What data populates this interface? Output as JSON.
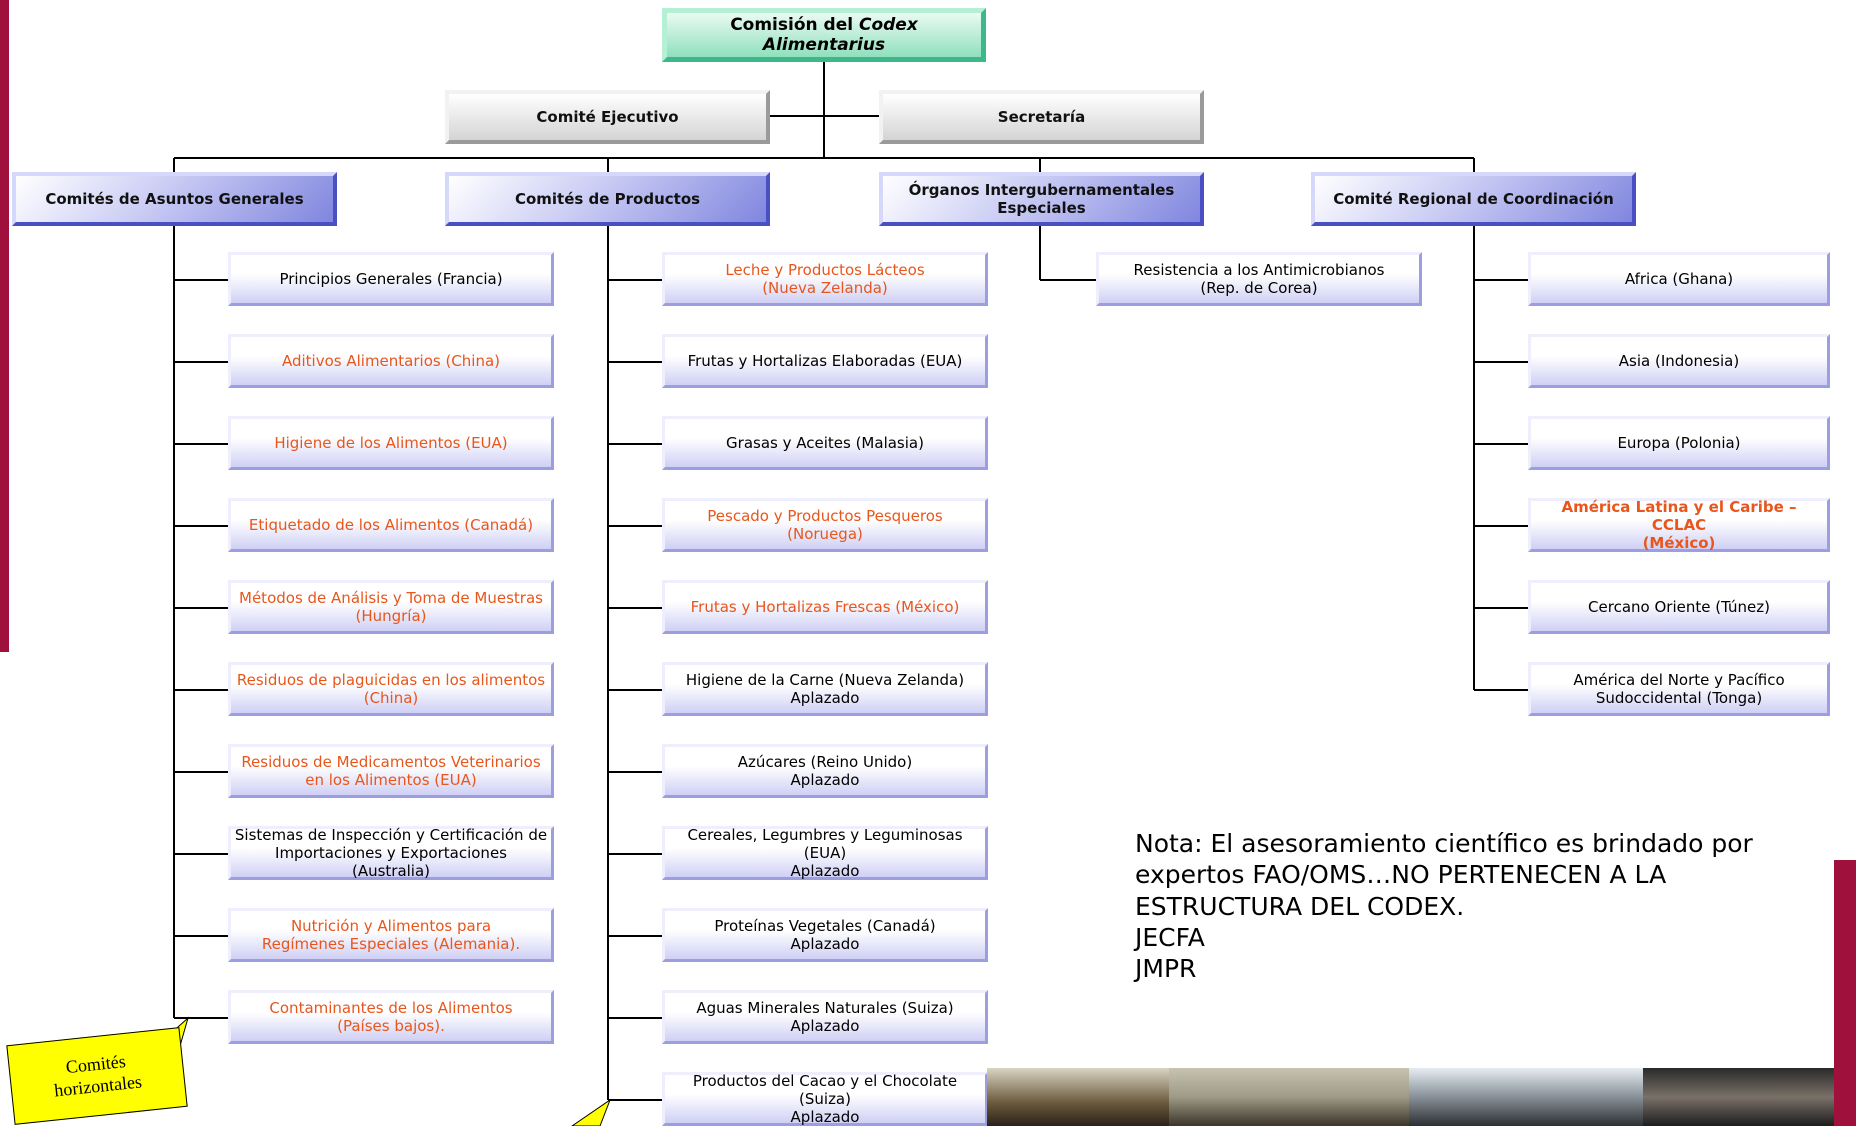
{
  "top": {
    "line1": "Comisión del",
    "line2": "Codex Alimentarius"
  },
  "executive": "Comité Ejecutivo",
  "secretariat": "Secretaría",
  "columns": {
    "general": {
      "title": "Comités de Asuntos Generales",
      "items": [
        {
          "lines": [
            "Principios Generales (Francia)"
          ],
          "hl": false
        },
        {
          "lines": [
            "Aditivos Alimentarios (China)"
          ],
          "hl": true
        },
        {
          "lines": [
            "Higiene de los Alimentos (EUA)"
          ],
          "hl": true
        },
        {
          "lines": [
            "Etiquetado de los Alimentos (Canadá)"
          ],
          "hl": true
        },
        {
          "lines": [
            "Métodos de Análisis y Toma de Muestras",
            "(Hungría)"
          ],
          "hl": true
        },
        {
          "lines": [
            "Residuos de plaguicidas en los alimentos",
            "(China)"
          ],
          "hl": true
        },
        {
          "lines": [
            "Residuos de Medicamentos Veterinarios",
            "en los Alimentos (EUA)"
          ],
          "hl": true
        },
        {
          "lines": [
            "Sistemas de Inspección y Certificación de",
            "Importaciones y Exportaciones (Australia)"
          ],
          "hl": false
        },
        {
          "lines": [
            "Nutrición y Alimentos para",
            "Regímenes Especiales (Alemania)."
          ],
          "hl": true
        },
        {
          "lines": [
            "Contaminantes de los Alimentos",
            "(Países bajos)."
          ],
          "hl": true
        }
      ]
    },
    "products": {
      "title": "Comités de Productos",
      "items": [
        {
          "lines": [
            "Leche y Productos Lácteos",
            "(Nueva Zelanda)"
          ],
          "hl": true
        },
        {
          "lines": [
            "Frutas y Hortalizas Elaboradas (EUA)"
          ],
          "hl": false
        },
        {
          "lines": [
            "Grasas y Aceites (Malasia)"
          ],
          "hl": false
        },
        {
          "lines": [
            "Pescado y Productos Pesqueros (Noruega)"
          ],
          "hl": true
        },
        {
          "lines": [
            "Frutas  y  Hortalizas Frescas (México)"
          ],
          "hl": true
        },
        {
          "lines": [
            "Higiene de la Carne (Nueva Zelanda)",
            "Aplazado"
          ],
          "hl": false
        },
        {
          "lines": [
            "Azúcares (Reino Unido)",
            "Aplazado"
          ],
          "hl": false
        },
        {
          "lines": [
            "Cereales, Legumbres y Leguminosas (EUA)",
            "Aplazado"
          ],
          "hl": false
        },
        {
          "lines": [
            "Proteínas Vegetales (Canadá)",
            "Aplazado"
          ],
          "hl": false
        },
        {
          "lines": [
            "Aguas Minerales Naturales (Suiza)",
            "Aplazado"
          ],
          "hl": false
        },
        {
          "lines": [
            "Productos del Cacao y el Chocolate (Suiza)",
            "Aplazado"
          ],
          "hl": false
        }
      ]
    },
    "intergov": {
      "title_lines": [
        "Órganos Intergubernamentales",
        "Especiales"
      ],
      "items": [
        {
          "lines": [
            "Resistencia a los Antimicrobianos",
            "(Rep. de Corea)"
          ],
          "hl": false
        }
      ]
    },
    "regional": {
      "title": "Comité Regional de Coordinación",
      "items": [
        {
          "lines": [
            "Africa (Ghana)"
          ],
          "hl": false
        },
        {
          "lines": [
            "Asia (Indonesia)"
          ],
          "hl": false
        },
        {
          "lines": [
            "Europa (Polonia)"
          ],
          "hl": false
        },
        {
          "lines": [
            "América Latina y el Caribe – CCLAC",
            "(México)"
          ],
          "hl": true,
          "bold": true
        },
        {
          "lines": [
            "Cercano Oriente (Túnez)"
          ],
          "hl": false
        },
        {
          "lines": [
            "América del Norte y Pacífico",
            "Sudoccidental (Tonga)"
          ],
          "hl": false
        }
      ]
    }
  },
  "callout": {
    "lines": [
      "Comités",
      "horizontales"
    ]
  },
  "note": {
    "lines": [
      "Nota: El asesoramiento científico  es brindado por",
      "expertos FAO/OMS…NO PERTENECEN A LA",
      "ESTRUCTURA DEL CODEX.",
      "JECFA",
      "JMPR"
    ]
  },
  "colors": {
    "highlight": "#e8561c",
    "side_bar": "#a0103c",
    "callout": "#ffff00"
  }
}
